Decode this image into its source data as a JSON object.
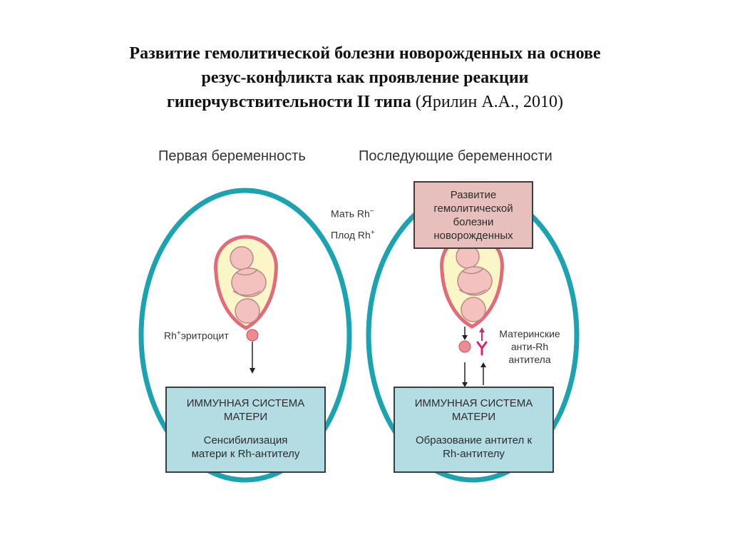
{
  "title": {
    "bold_line1": "Развитие гемолитической болезни новорожденных на основе",
    "bold_line2": "резус-конфликта как проявление реакции",
    "bold_line3": "гиперчувствительности II типа",
    "citation": "(Ярилин А.А., 2010)"
  },
  "headings": {
    "first": "Первая беременность",
    "subsequent": "Последующие беременности"
  },
  "legend": {
    "mother": "Мать Rh",
    "mother_sup": "−",
    "fetus": "Плод Rh",
    "fetus_sup": "+"
  },
  "left": {
    "erythrocyte_prefix": "Rh",
    "erythrocyte_sup": "+",
    "erythrocyte_suffix": "эритроцит",
    "box_title_1": "ИММУННАЯ СИСТЕМА",
    "box_title_2": "МАТЕРИ",
    "box_text_1": "Сенсибилизация",
    "box_text_2": "матери к Rh-антителу"
  },
  "right": {
    "disease_1": "Развитие",
    "disease_2": "гемолитической",
    "disease_3": "болезни",
    "disease_4": "новорожденных",
    "antibodies_1": "Материнские",
    "antibodies_2": "анти-Rh",
    "antibodies_3": "антитела",
    "box_title_1": "ИММУННАЯ СИСТЕМА",
    "box_title_2": "МАТЕРИ",
    "box_text_1": "Образование антител к",
    "box_text_2": "Rh-антителу"
  },
  "colors": {
    "ring": "#1ba3b1",
    "immune_box": "#b3dde3",
    "disease_box": "#e7c0bd",
    "uterus_fill": "#fbf6c8",
    "uterus_edge": "#e26b7a",
    "fetus": "#f3c1be",
    "erythrocyte": "#ef8a93",
    "antibody": "#e0226b"
  }
}
